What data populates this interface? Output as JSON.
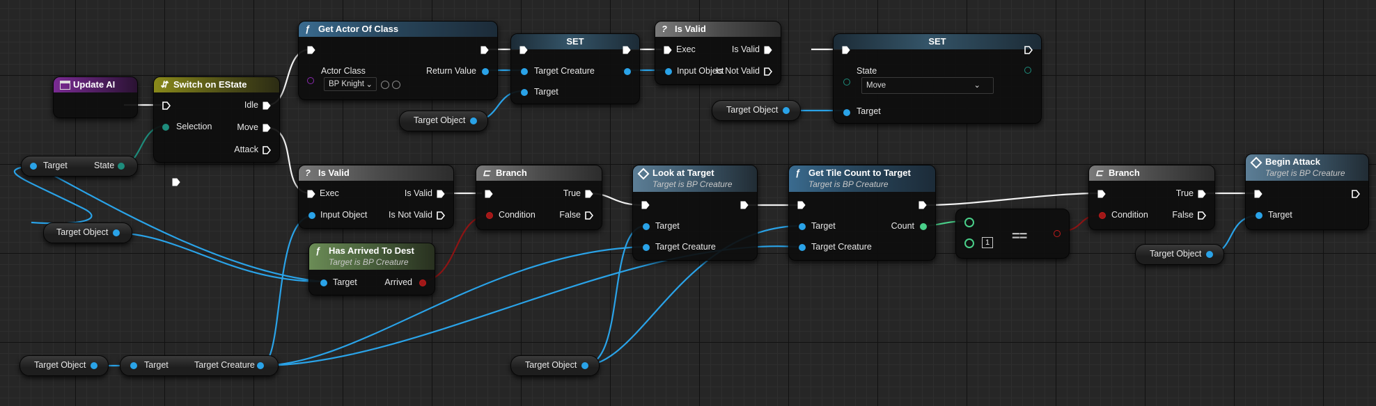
{
  "nodes": {
    "update_ai": {
      "title": "Update AI"
    },
    "switch": {
      "title": "Switch on EState",
      "selection": "Selection",
      "idle": "Idle",
      "move": "Move",
      "attack": "Attack"
    },
    "get_actor": {
      "title": "Get Actor Of Class",
      "actor_class": "Actor Class",
      "return_value": "Return Value",
      "class_value": "BP Knight"
    },
    "set1": {
      "title": "SET",
      "target_creature": "Target Creature",
      "target": "Target"
    },
    "is_valid1": {
      "title": "Is Valid",
      "exec": "Exec",
      "is_valid": "Is Valid",
      "input_object": "Input Object",
      "is_not_valid": "Is Not Valid"
    },
    "set2": {
      "title": "SET",
      "state": "State",
      "state_value": "Move",
      "target": "Target"
    },
    "is_valid2": {
      "title": "Is Valid",
      "exec": "Exec",
      "is_valid": "Is Valid",
      "input_object": "Input Object",
      "is_not_valid": "Is Not Valid"
    },
    "branch1": {
      "title": "Branch",
      "condition": "Condition",
      "true": "True",
      "false": "False"
    },
    "has_arrived": {
      "title": "Has Arrived To Dest",
      "subtitle": "Target is BP Creature",
      "target": "Target",
      "arrived": "Arrived"
    },
    "look_at": {
      "title": "Look at Target",
      "subtitle": "Target is BP Creature",
      "target": "Target",
      "target_creature": "Target Creature"
    },
    "tile_count": {
      "title": "Get Tile Count to Target",
      "subtitle": "Target is BP Creature",
      "target": "Target",
      "count": "Count",
      "target_creature": "Target Creature"
    },
    "equals": {
      "symbol": "==",
      "value": "1"
    },
    "branch2": {
      "title": "Branch",
      "condition": "Condition",
      "true": "True",
      "false": "False"
    },
    "begin_attack": {
      "title": "Begin Attack",
      "subtitle": "Target is BP Creature",
      "target": "Target"
    },
    "break_struct": {
      "target": "Target",
      "state": "State"
    },
    "break_struct2": {
      "target": "Target",
      "target_creature": "Target Creature"
    }
  },
  "variables": {
    "target_object_label": "Target Object"
  },
  "colors": {
    "exec": "#ffffff",
    "object_pin": "#2aa3e8",
    "enum_pin": "#1e8c7c",
    "bool_pin": "#c21c1c",
    "int_pin": "#4ad08a",
    "class_pin": "#8a2ab0"
  }
}
